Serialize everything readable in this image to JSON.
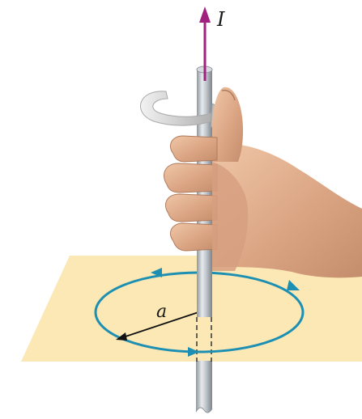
{
  "labels": {
    "current": "I",
    "radius": "a"
  },
  "colors": {
    "current_arrow": "#a0227e",
    "field_loop": "#1d8fb3",
    "plane": "#fbe8b4",
    "conductor": "#b9c0c6",
    "radius_arrow": "#111111",
    "curl_arrow": "#c8c8c8",
    "skin": "#e2b08f"
  },
  "icons": {
    "curl_arrow": "curved-rotation-arrow",
    "hand": "right-hand-grip"
  }
}
